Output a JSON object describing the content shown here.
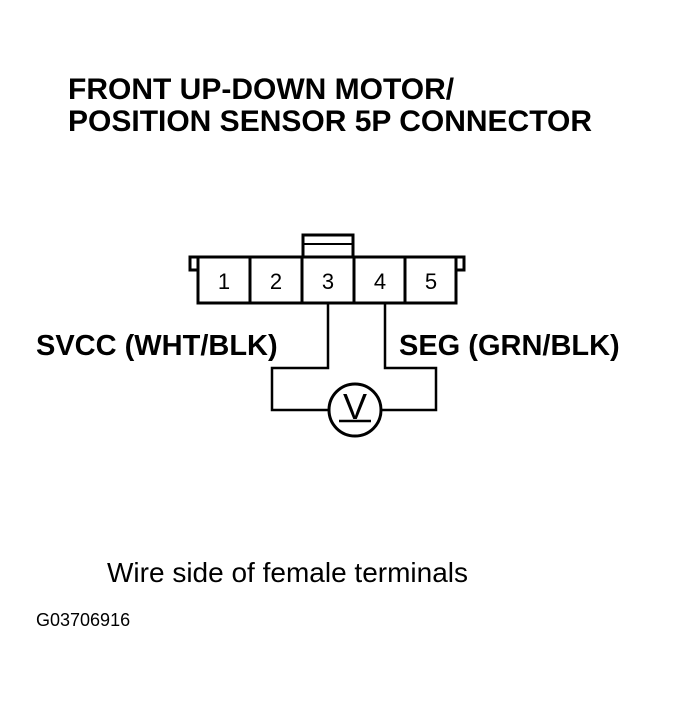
{
  "title": {
    "line1": "FRONT UP-DOWN MOTOR/",
    "line2": "POSITION SENSOR 5P CONNECTOR"
  },
  "connector": {
    "pins": [
      "1",
      "2",
      "3",
      "4",
      "5"
    ]
  },
  "wires": {
    "left_label": "SVCC (WHT/BLK)",
    "right_label": "SEG (GRN/BLK)"
  },
  "meter": {
    "symbol": "V",
    "icon": "voltmeter-icon"
  },
  "caption": "Wire side of female terminals",
  "figure_id": "G03706916"
}
